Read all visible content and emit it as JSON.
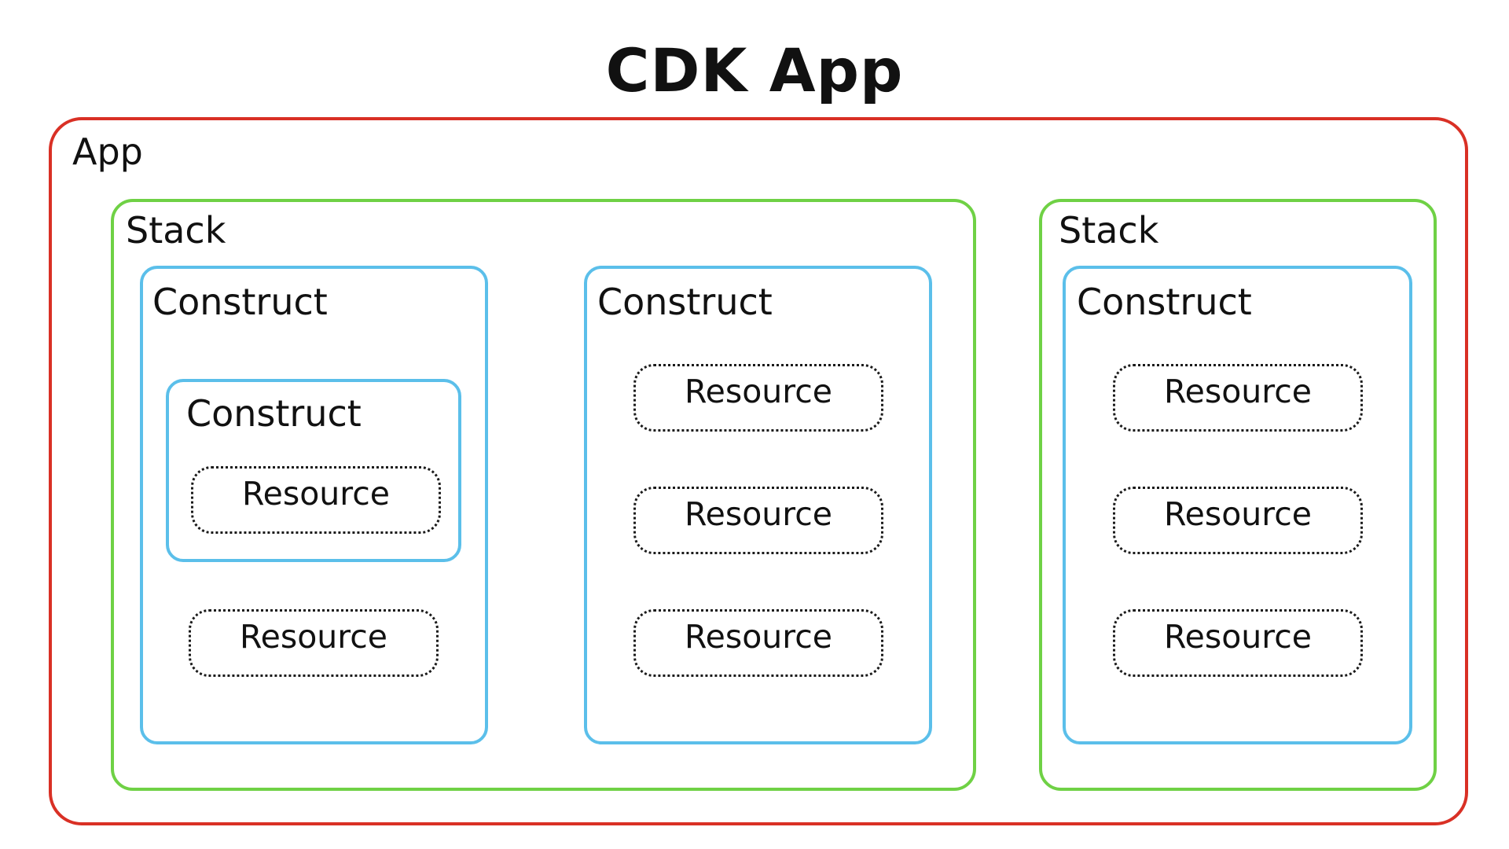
{
  "title": "CDK App",
  "colors": {
    "app_border": "#d93025",
    "stack_border": "#6fd145",
    "construct_border": "#5bbfea",
    "resource_border": "#1a1a1a"
  },
  "app": {
    "label": "App",
    "stacks": [
      {
        "label": "Stack",
        "constructs": [
          {
            "label": "Construct",
            "nested_construct": {
              "label": "Construct",
              "resources": [
                "Resource"
              ]
            },
            "resources": [
              "Resource"
            ]
          },
          {
            "label": "Construct",
            "resources": [
              "Resource",
              "Resource",
              "Resource"
            ]
          }
        ]
      },
      {
        "label": "Stack",
        "constructs": [
          {
            "label": "Construct",
            "resources": [
              "Resource",
              "Resource",
              "Resource"
            ]
          }
        ]
      }
    ]
  }
}
